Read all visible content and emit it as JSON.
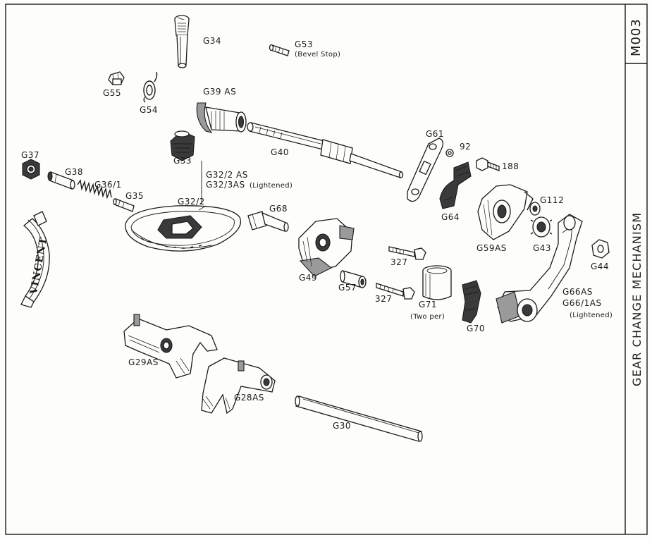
{
  "sheet": {
    "number": "M003",
    "title": "GEAR CHANGE MECHANISM"
  },
  "logo_text": "VINCENT",
  "parts": {
    "g34": "G34",
    "g53": "G53",
    "g53_note": "(Bevel Stop)",
    "g55": "G55",
    "g54": "G54",
    "g39as": "G39 AS",
    "g40": "G40",
    "g61": "G61",
    "p92": "92",
    "p188": "188",
    "g33": "G33",
    "g37": "G37",
    "g38": "G38",
    "g36_1": "G36/1",
    "g35": "G35",
    "g32_2as": "G32/2 AS",
    "g32_3as": "G32/3AS",
    "g32_3as_note": "(Lightened)",
    "g32_2": "G32/2",
    "g68": "G68",
    "g64": "G64",
    "g112": "G112",
    "g59as": "G59AS",
    "g43": "G43",
    "g44": "G44",
    "p327_a": "327",
    "p327_b": "327",
    "g49": "G49",
    "g57": "G57",
    "g71": "G71",
    "g71_note": "(Two per)",
    "g70": "G70",
    "g66as": "G66AS",
    "g66_1as": "G66/1AS",
    "g66_note": "(Lightened)",
    "g29as": "G29AS",
    "g28as": "G28AS",
    "g30": "G30"
  }
}
